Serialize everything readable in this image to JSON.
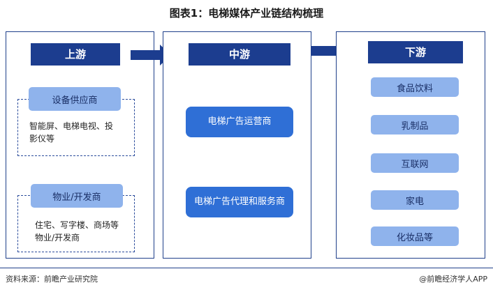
{
  "title": "图表1：电梯媒体产业链结构梳理",
  "upstream": {
    "header": "上游",
    "group1": {
      "label": "设备供应商",
      "desc": "智能屏、电梯电视、投影仪等"
    },
    "group2": {
      "label": "物业/开发商",
      "desc": "住宅、写字楼、商场等物业/开发商"
    }
  },
  "midstream": {
    "header": "中游",
    "items": [
      "电梯广告运营商",
      "电梯广告代理和服务商"
    ]
  },
  "downstream": {
    "header": "下游",
    "items": [
      "食品饮料",
      "乳制品",
      "互联网",
      "家电",
      "化妆品等"
    ]
  },
  "footer": {
    "source": "资料来源：前瞻产业研究院",
    "brand": "@前瞻经济学人APP"
  },
  "colors": {
    "header_bg": "#1c3d8f",
    "pill_bg": "#8fb3ec",
    "mid_btn_bg": "#2f6fd6"
  }
}
